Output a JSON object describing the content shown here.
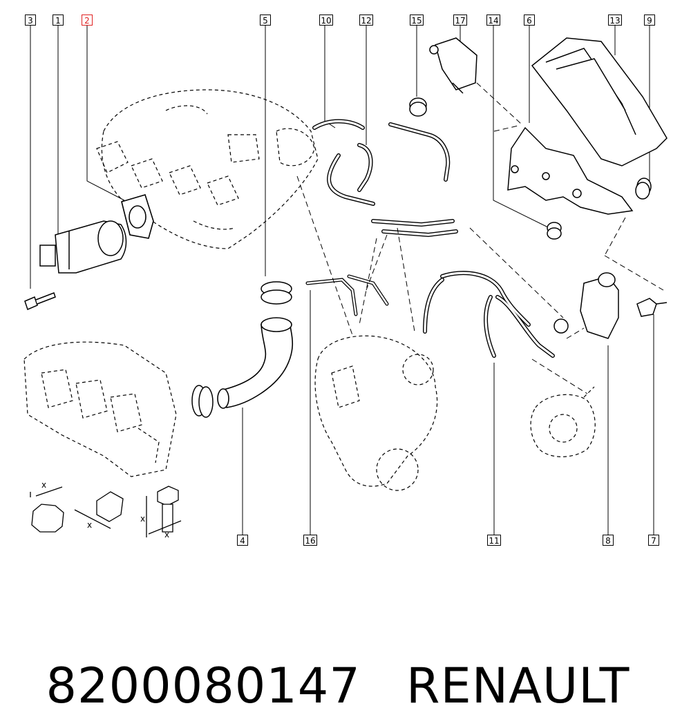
{
  "diagram": {
    "highlight_color": "#e02020",
    "callouts": [
      {
        "id": "c3",
        "label": "3"
      },
      {
        "id": "c1",
        "label": "1"
      },
      {
        "id": "c2",
        "label": "2",
        "highlighted": true
      },
      {
        "id": "c5",
        "label": "5"
      },
      {
        "id": "c10",
        "label": "10"
      },
      {
        "id": "c12",
        "label": "12"
      },
      {
        "id": "c15",
        "label": "15"
      },
      {
        "id": "c17",
        "label": "17"
      },
      {
        "id": "c14",
        "label": "14"
      },
      {
        "id": "c6",
        "label": "6"
      },
      {
        "id": "c13",
        "label": "13"
      },
      {
        "id": "c9",
        "label": "9"
      },
      {
        "id": "c4",
        "label": "4"
      },
      {
        "id": "c16",
        "label": "16"
      },
      {
        "id": "c11",
        "label": "11"
      },
      {
        "id": "c8",
        "label": "8"
      },
      {
        "id": "c7",
        "label": "7"
      }
    ],
    "torque_marks": [
      "x",
      "x",
      "x",
      "x"
    ]
  },
  "caption": {
    "part_number": "8200080147",
    "brand": "RENAULT"
  }
}
